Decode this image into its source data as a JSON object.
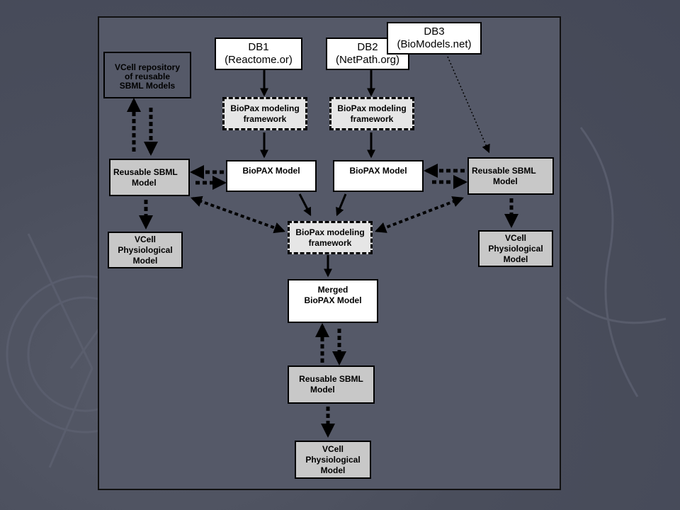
{
  "nodes": {
    "db1": [
      "DB1",
      "(Reactome.or)"
    ],
    "db2": [
      "DB2",
      "(NetPath.org)"
    ],
    "db3": [
      "DB3",
      "(BioModels.net)"
    ],
    "repo": [
      "VCell repository",
      "of reusable",
      "SBML Models"
    ],
    "biopax_fw_1": [
      "BioPax modeling",
      "framework"
    ],
    "biopax_fw_2": [
      "BioPax modeling",
      "framework"
    ],
    "biopax_fw_center": [
      "BioPax modeling",
      "framework"
    ],
    "biopax_model_1": [
      "BioPAX Model"
    ],
    "biopax_model_2": [
      "BioPAX Model"
    ],
    "sbml_left": [
      "Reusable SBML",
      "Model"
    ],
    "sbml_right": [
      "Reusable SBML",
      "Model"
    ],
    "sbml_bottom": [
      "Reusable SBML",
      "Model"
    ],
    "vcell_left": [
      "VCell",
      "Physiological",
      "Model"
    ],
    "vcell_right": [
      "VCell",
      "Physiological",
      "Model"
    ],
    "vcell_bottom": [
      "VCell",
      "Physiological",
      "Model"
    ],
    "merged": [
      "Merged",
      "BioPAX Model"
    ]
  }
}
